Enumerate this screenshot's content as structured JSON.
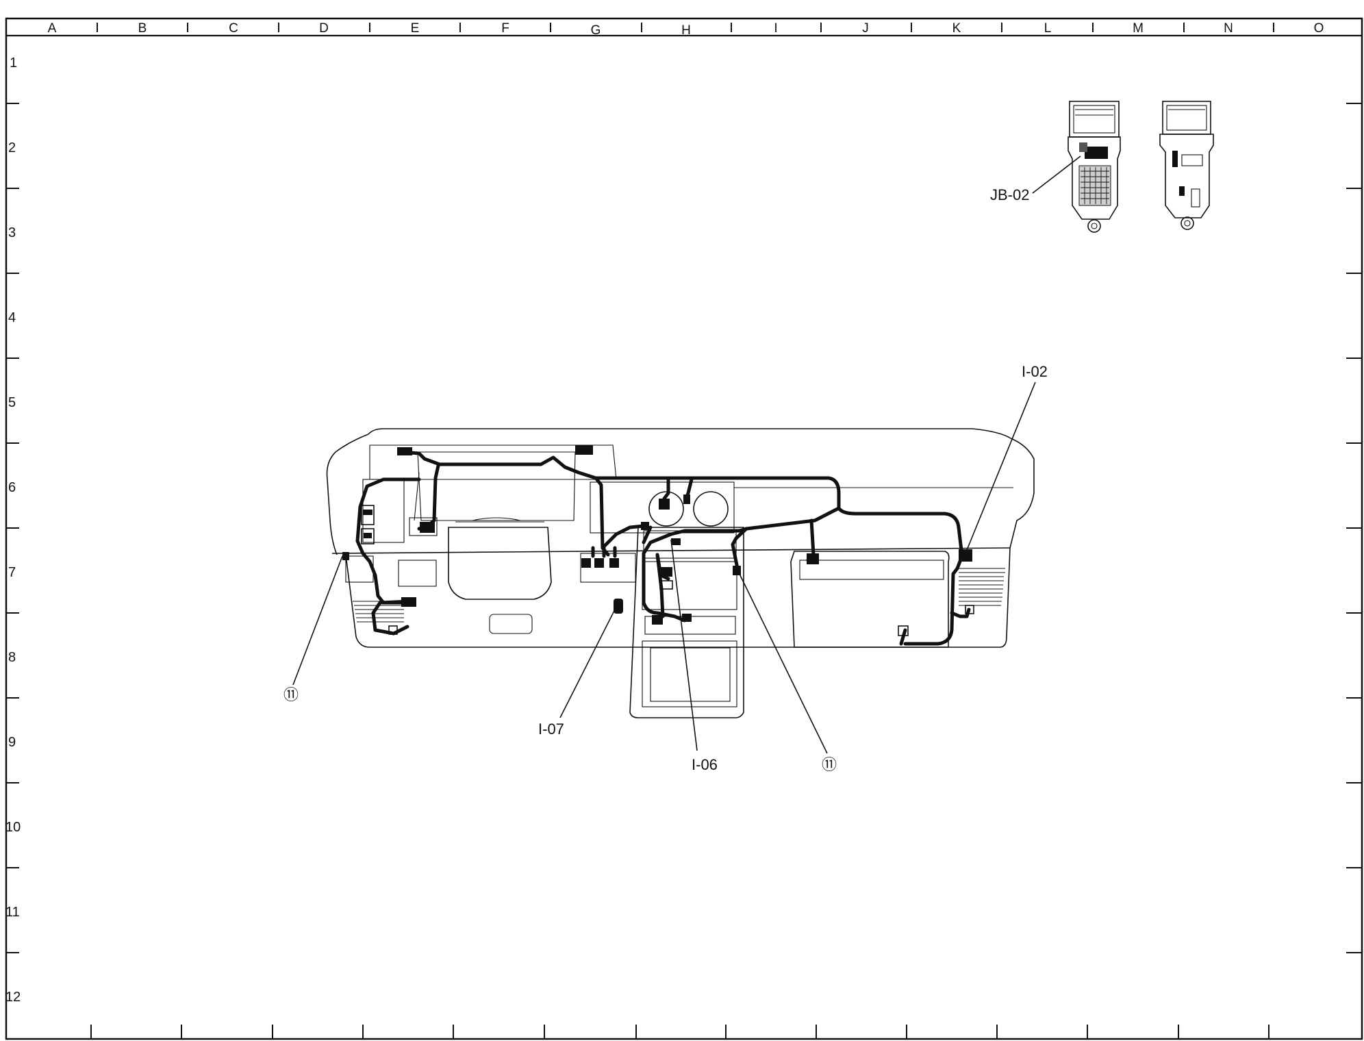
{
  "grid": {
    "columns": [
      "A",
      "B",
      "C",
      "D",
      "E",
      "F",
      "G",
      "H",
      "I",
      "J",
      "K",
      "L",
      "M",
      "N",
      "O"
    ],
    "rows": [
      "1",
      "2",
      "3",
      "4",
      "5",
      "6",
      "7",
      "8",
      "9",
      "10",
      "11",
      "12"
    ]
  },
  "callouts": {
    "jb02": "JB-02",
    "i02": "I-02",
    "i07": "I-07",
    "i06": "I-06",
    "ground_left": "⑪",
    "ground_center": "⑪"
  }
}
